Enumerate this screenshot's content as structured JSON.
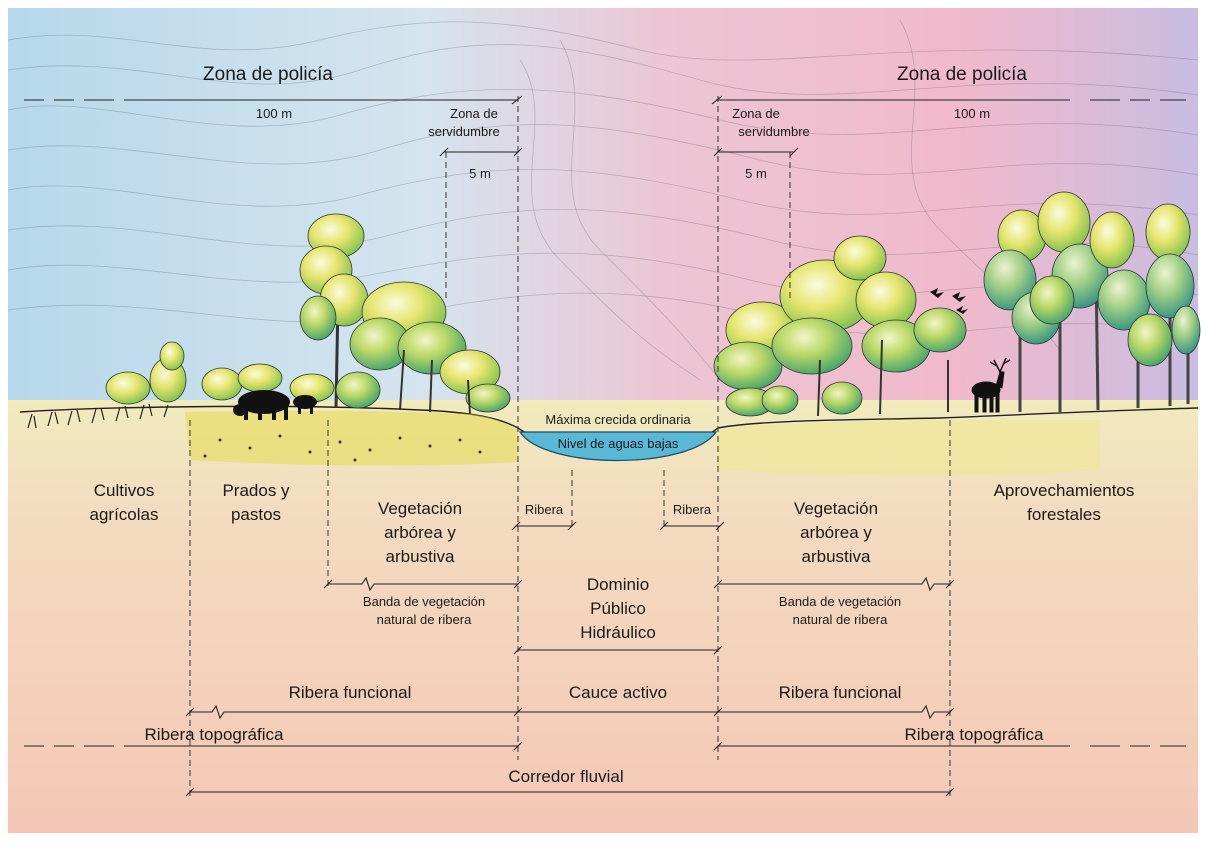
{
  "labels": {
    "zona_policia_left": "Zona de policía",
    "zona_policia_right": "Zona de policía",
    "cien_m_left": "100 m",
    "cien_m_right": "100 m",
    "servidumbre_left_1": "Zona de",
    "servidumbre_left_2": "servidumbre",
    "servidumbre_right_1": "Zona de",
    "servidumbre_right_2": "servidumbre",
    "cinco_m_left": "5 m",
    "cinco_m_right": "5 m",
    "maxima_crecida": "Máxima crecida ordinaria",
    "nivel_aguas": "Nivel de aguas bajas",
    "cultivos_1": "Cultivos",
    "cultivos_2": "agrícolas",
    "prados_1": "Prados y",
    "prados_2": "pastos",
    "veg_left_1": "Vegetación",
    "veg_left_2": "arbórea y",
    "veg_left_3": "arbustiva",
    "veg_right_1": "Vegetación",
    "veg_right_2": "arbórea y",
    "veg_right_3": "arbustiva",
    "ribera_left": "Ribera",
    "ribera_right": "Ribera",
    "aprov_1": "Aprovechamientos",
    "aprov_2": "forestales",
    "dominio_1": "Dominio",
    "dominio_2": "Público",
    "dominio_3": "Hidráulico",
    "banda_left_1": "Banda de vegetación",
    "banda_left_2": "natural de ribera",
    "banda_right_1": "Banda de vegetación",
    "banda_right_2": "natural de ribera",
    "ribera_funcional_left": "Ribera funcional",
    "cauce_activo": "Cauce activo",
    "ribera_funcional_right": "Ribera funcional",
    "ribera_topo_left": "Ribera topográfica",
    "ribera_topo_right": "Ribera topográfica",
    "corredor": "Corredor fluvial"
  },
  "colors": {
    "sky_blue": "#b9d9ea",
    "sky_pink": "#f0b8c8",
    "sky_lilac": "#c9bde0",
    "ground_top": "#efe9b4",
    "ground_bottom": "#f2c9b4",
    "water": "#5bbad6",
    "tree_yellow": "#e3e26a",
    "tree_green": "#4aa86a",
    "tree_teal": "#3f9e8f"
  }
}
